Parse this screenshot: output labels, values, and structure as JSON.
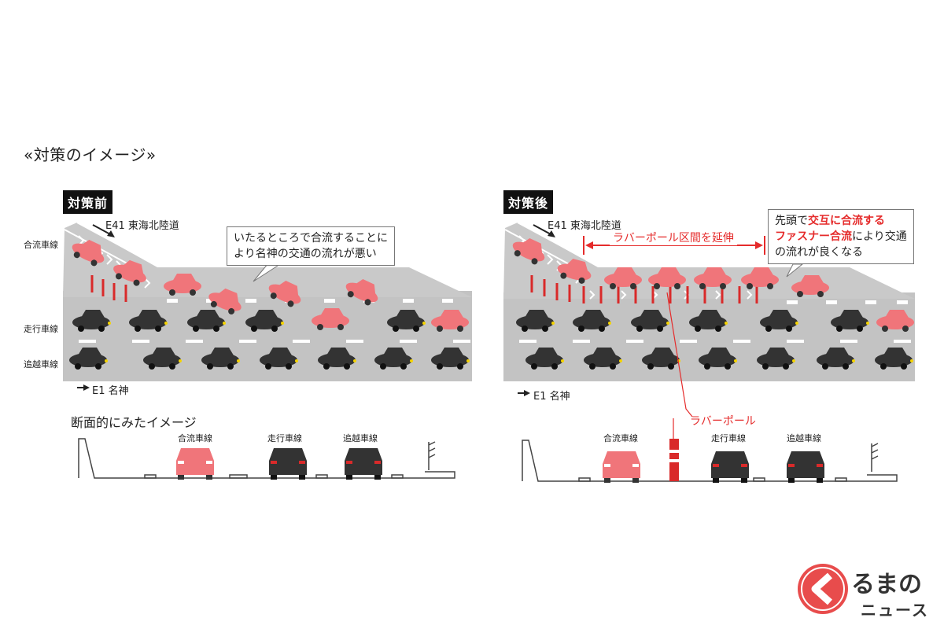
{
  "heading": "«対策のイメージ»",
  "before": {
    "tag": "対策前",
    "road_name": "E41 東海北陸道",
    "lanes": [
      "合流車線",
      "走行車線",
      "追越車線"
    ],
    "direction": "E1 名神",
    "callout_line1": "いたるところで合流することに",
    "callout_line2": "より名神の交通の流れが悪い",
    "section_title": "断面的にみたイメージ",
    "section_labels": [
      "合流車線",
      "走行車線",
      "追越車線"
    ]
  },
  "after": {
    "tag": "対策後",
    "road_name": "E41 東海北陸道",
    "direction": "E1 名神",
    "span_label": "ラバーポール区間を延伸",
    "callout_a": "先頭で",
    "callout_b": "交互に合流する",
    "callout_c": "ファスナー合流",
    "callout_d": "により交通",
    "callout_e": "の流れが良くなる",
    "pole_label": "ラバーポール",
    "section_labels": [
      "合流車線",
      "走行車線",
      "追越車線"
    ]
  },
  "logo": {
    "line1": "るまの",
    "line2": "ニュース"
  },
  "colors": {
    "merge_car": "#f0757a",
    "main_car": "#333333",
    "pole": "#d92a2a",
    "road": "#c3c3c3",
    "accent": "#e52b2b"
  }
}
